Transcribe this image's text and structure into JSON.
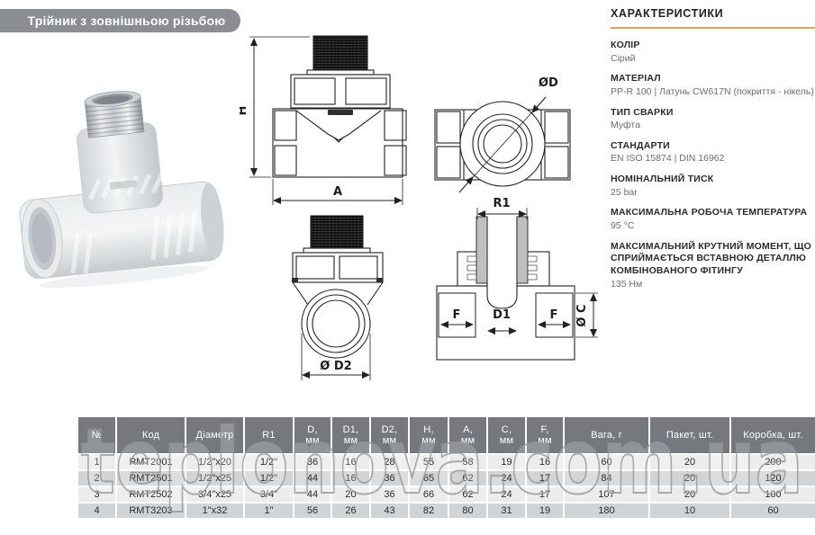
{
  "page": {
    "title": "Трійник з зовнішньою різьбою",
    "watermark": "teplonova.com.ua"
  },
  "colors": {
    "badge_bg": "#8a8e92",
    "accent_divider": "#e2a75f",
    "table_header_bg": "#75797e",
    "row_odd": "#ececec",
    "row_even": "#d2d3d4",
    "watermark_stroke": "#98999b"
  },
  "specs": {
    "heading": "ХАРАКТЕРИСТИКИ",
    "items": [
      {
        "label": "КОЛІР",
        "value": "Сірий"
      },
      {
        "label": "МАТЕРІАЛ",
        "value": "PP-R 100 | Латунь CW617N (покриття - нікель)"
      },
      {
        "label": "ТИП СВАРКИ",
        "value": "Муфта"
      },
      {
        "label": "СТАНДАРТИ",
        "value": "EN ISO 15874 | DIN 16962"
      },
      {
        "label": "НОМІНАЛЬНИЙ ТИСК",
        "value": "25 bar"
      },
      {
        "label": "МАКСИМАЛЬНА РОБОЧА ТЕМПЕРАТУРА",
        "value": "95 °C"
      },
      {
        "label": "МАКСИМАЛЬНИЙ КРУТНИЙ МОМЕНТ, ЩО СПРИЙМАЄТЬСЯ ВСТАВНОЮ ДЕТАЛЛЮ КОМБІНОВАНОГО ФІТИНГУ",
        "value": "135 Нм"
      }
    ]
  },
  "drawings": {
    "dim_h": "H",
    "dim_a": "A",
    "dim_d": "ØD",
    "dim_d2": "Ø D2",
    "dim_r1": "R1",
    "dim_f_left": "F",
    "dim_d1": "D1",
    "dim_f_right": "F",
    "dim_c": "Ø C"
  },
  "table": {
    "columns": [
      "№",
      "Код",
      "Діаметр",
      "R1",
      "D,\nмм",
      "D1,\nмм",
      "D2,\nмм",
      "H,\nмм",
      "A,\nмм",
      "C,\nмм",
      "F,\nмм",
      "Вага, г",
      "Пакет, шт.",
      "Коробка, шт."
    ],
    "rows": [
      [
        "1",
        "RMT2001",
        "1/2\"x20",
        "1/2\"",
        "36",
        "16",
        "28",
        "55",
        "58",
        "19",
        "16",
        "60",
        "20",
        "200"
      ],
      [
        "2",
        "RMT2501",
        "1/2\"x25",
        "1/2\"",
        "44",
        "16",
        "36",
        "65",
        "62",
        "24",
        "17",
        "84",
        "20",
        "120"
      ],
      [
        "3",
        "RMT2502",
        "3/4\"x25",
        "3/4\"",
        "44",
        "20",
        "36",
        "66",
        "62",
        "24",
        "17",
        "107",
        "20",
        "100"
      ],
      [
        "4",
        "RMT3203",
        "1\"x32",
        "1\"",
        "56",
        "26",
        "43",
        "82",
        "80",
        "31",
        "19",
        "180",
        "10",
        "60"
      ]
    ]
  }
}
